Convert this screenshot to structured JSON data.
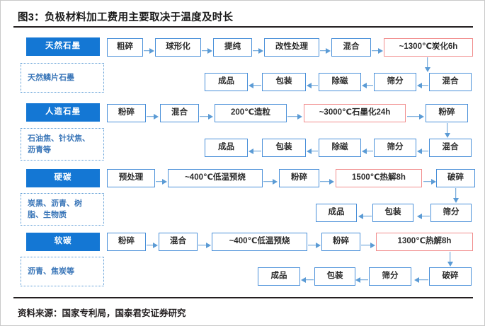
{
  "header": {
    "title": "图3：负极材料加工费用主要取决于温度及时长"
  },
  "footer": {
    "source": "资料来源：国家专利局，国泰君安证券研究"
  },
  "colors": {
    "category_fill": "#1477d4",
    "step_border": "#4a90d9",
    "hot_border": "#f18d8d",
    "sub_border": "#5b9bd5",
    "sub_text": "#3a76b8",
    "arrow": "#5b9bd5",
    "rule": "#231f20"
  },
  "rows": [
    {
      "category": "天然石墨",
      "subtitle": "天然鳞片石墨",
      "top_steps": [
        "粗碎",
        "球形化",
        "提纯",
        "改性处理",
        "混合",
        "~1300℃炭化6h"
      ],
      "hot_step": "~1300℃炭化6h",
      "bottom_steps": [
        "成品",
        "包装",
        "除磁",
        "筛分",
        "混合"
      ]
    },
    {
      "category": "人造石墨",
      "subtitle": "石油焦、针状焦、沥青等",
      "top_steps": [
        "粉碎",
        "混合",
        "200℃造粒",
        "~3000℃石墨化24h",
        "粉碎"
      ],
      "hot_step": "~3000℃石墨化24h",
      "bottom_steps": [
        "成品",
        "包装",
        "除磁",
        "筛分",
        "混合"
      ]
    },
    {
      "category": "硬碳",
      "subtitle": "炭黑、沥青、树脂、生物质",
      "top_steps": [
        "预处理",
        "~400℃低温预烧",
        "粉碎",
        "1500℃热解8h",
        "破碎"
      ],
      "hot_step": "1500℃热解8h",
      "bottom_steps": [
        "成品",
        "包装",
        "筛分"
      ]
    },
    {
      "category": "软碳",
      "subtitle": "沥青、焦炭等",
      "top_steps": [
        "粉碎",
        "混合",
        "~400℃低温预烧",
        "粉碎",
        "1300℃热解8h"
      ],
      "hot_step": "1300℃热解8h",
      "bottom_steps": [
        "成品",
        "包装",
        "筛分",
        "破碎"
      ]
    }
  ]
}
